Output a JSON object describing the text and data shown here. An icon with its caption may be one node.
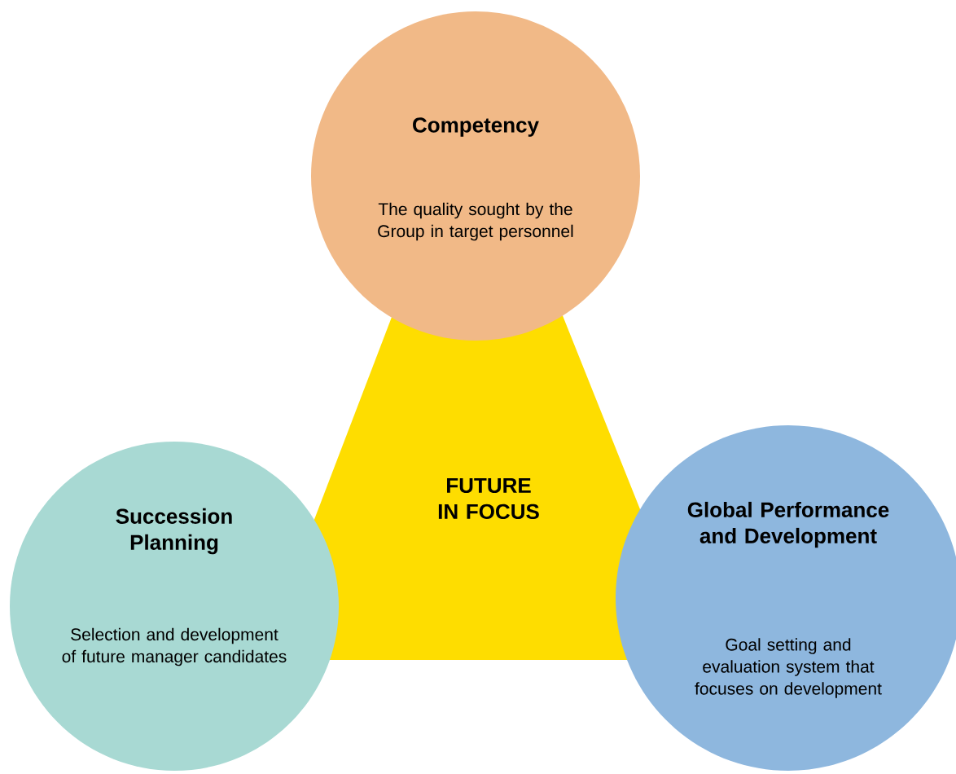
{
  "diagram": {
    "nodes": [
      {
        "text": [
          "FUTURE IN FOCUS"
        ]
      },
      {
        "text": [
          "Competency",
          "The quality sought by the Group in target personnel"
        ]
      },
      {
        "text": [
          "Succession Planning",
          "Selection and development of future manager candidates"
        ]
      },
      {
        "text": [
          "Global Performance and Development",
          "Goal setting and evaluation system that focuses on development"
        ]
      }
    ]
  }
}
